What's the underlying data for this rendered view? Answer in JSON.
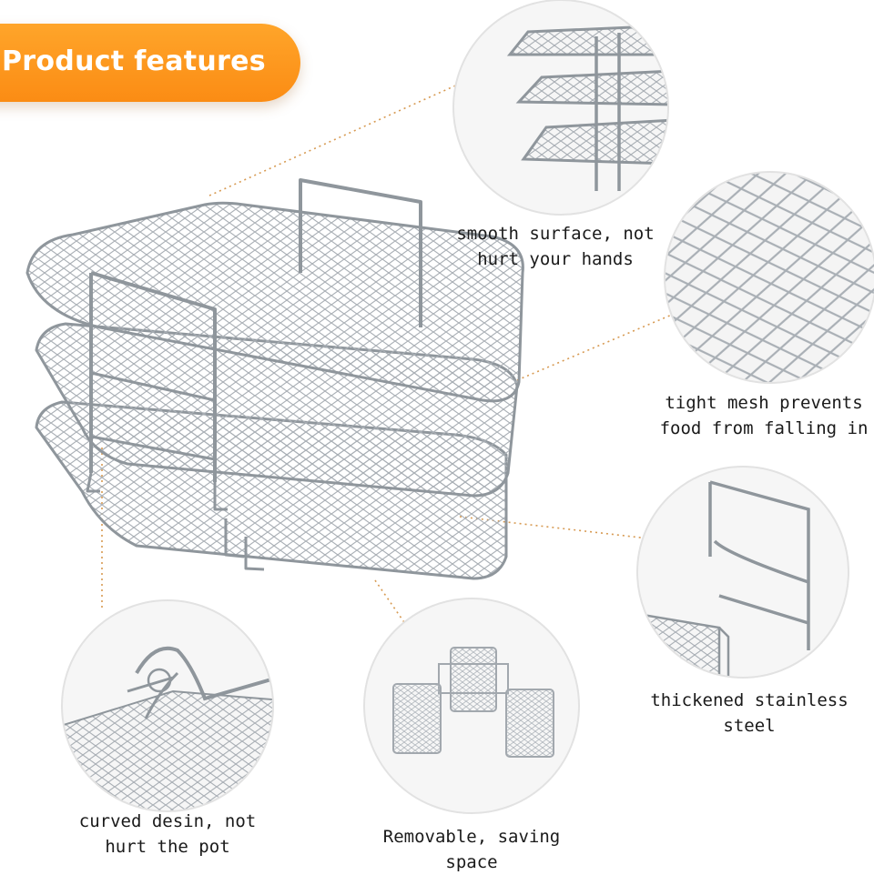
{
  "banner": {
    "title": "Product features"
  },
  "features": [
    {
      "id": "smooth",
      "line1": "smooth surface, not",
      "line2": "hurt your hands",
      "icon": "rack-stack-closeup"
    },
    {
      "id": "mesh",
      "line1": "tight mesh prevents",
      "line2": "food from falling in",
      "icon": "mesh-closeup"
    },
    {
      "id": "steel",
      "line1": "thickened stainless",
      "line2": "steel",
      "icon": "rack-frame-closeup"
    },
    {
      "id": "curved",
      "line1": "curved desin, not",
      "line2": "hurt the pot",
      "icon": "curved-hook-closeup"
    },
    {
      "id": "removable",
      "line1": "Removable, saving",
      "line2": "space",
      "icon": "removable-racks"
    }
  ],
  "colors": {
    "banner": "#fb8c14",
    "circle_border": "#e2e2e2",
    "dotted_line": "#d79a52",
    "metal": "#9ca3aa"
  }
}
